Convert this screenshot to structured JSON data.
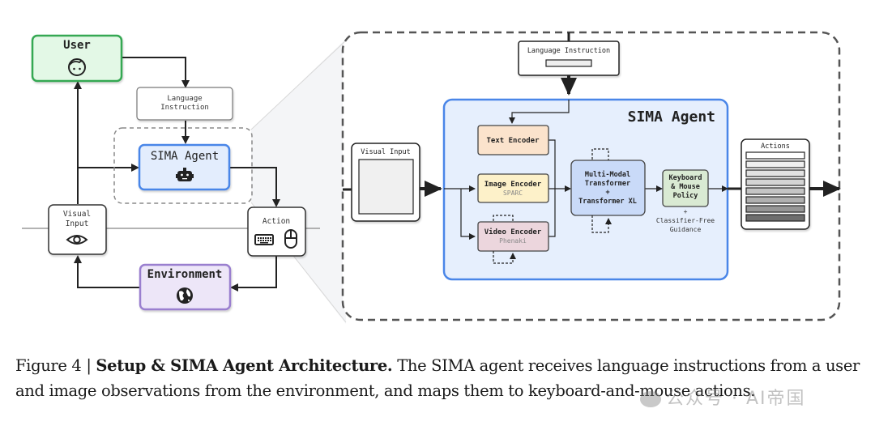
{
  "left_panel": {
    "user": {
      "label": "User",
      "icon": "face-icon",
      "fill": "#e3f8e6",
      "stroke": "#36a853"
    },
    "language_instruction": {
      "line1": "Language",
      "line2": "Instruction"
    },
    "sima_agent": {
      "label": "SIMA Agent",
      "icon": "robot-icon",
      "fill": "#e3edfd",
      "stroke": "#4a86e8"
    },
    "visual_input": {
      "line1": "Visual",
      "line2": "Input",
      "icon": "eye-icon"
    },
    "action": {
      "label": "Action",
      "icons": [
        "keyboard-icon",
        "mouse-icon"
      ]
    },
    "environment": {
      "label": "Environment",
      "icon": "globe-icon",
      "fill": "#ede6f8",
      "stroke": "#9a7fcf"
    }
  },
  "right_panel": {
    "language_instruction": {
      "label": "Language Instruction"
    },
    "visual_input": {
      "label": "Visual Input"
    },
    "sima_agent": {
      "title": "SIMA Agent",
      "fill": "#e6effd",
      "stroke": "#4a86e8"
    },
    "text_encoder": {
      "label": "Text Encoder",
      "fill": "#fbe3cc"
    },
    "image_encoder": {
      "label": "Image Encoder",
      "sublabel": "SPARC",
      "fill": "#fdf1c9"
    },
    "video_encoder": {
      "label": "Video Encoder",
      "sublabel": "Phenaki",
      "fill": "#ecd6dd"
    },
    "transformer": {
      "line1": "Multi-Modal",
      "line2": "Transformer",
      "line3": "+",
      "line4": "Transformer XL",
      "fill": "#c9daf8"
    },
    "policy": {
      "line1": "Keyboard",
      "line2": "& Mouse",
      "line3": "Policy",
      "fill": "#d9ead3"
    },
    "guidance": {
      "line1": "+",
      "line2": "Classifier-Free",
      "line3": "Guidance"
    },
    "actions": {
      "label": "Actions",
      "bar_shades": [
        "#ffffff",
        "#efefef",
        "#e2e2e2",
        "#d4d4d4",
        "#c4c4c4",
        "#b0b0b0",
        "#969696",
        "#6e6e6e"
      ]
    }
  },
  "caption": {
    "prefix": "Figure 4 | ",
    "bold": "Setup & SIMA Agent Architecture.",
    "text": " The SIMA agent receives language instructions from a user and image observations from the environment, and maps them to keyboard-and-mouse actions."
  },
  "watermark": {
    "text": "公众号 · AI帝国",
    "icon": "wechat-icon"
  }
}
